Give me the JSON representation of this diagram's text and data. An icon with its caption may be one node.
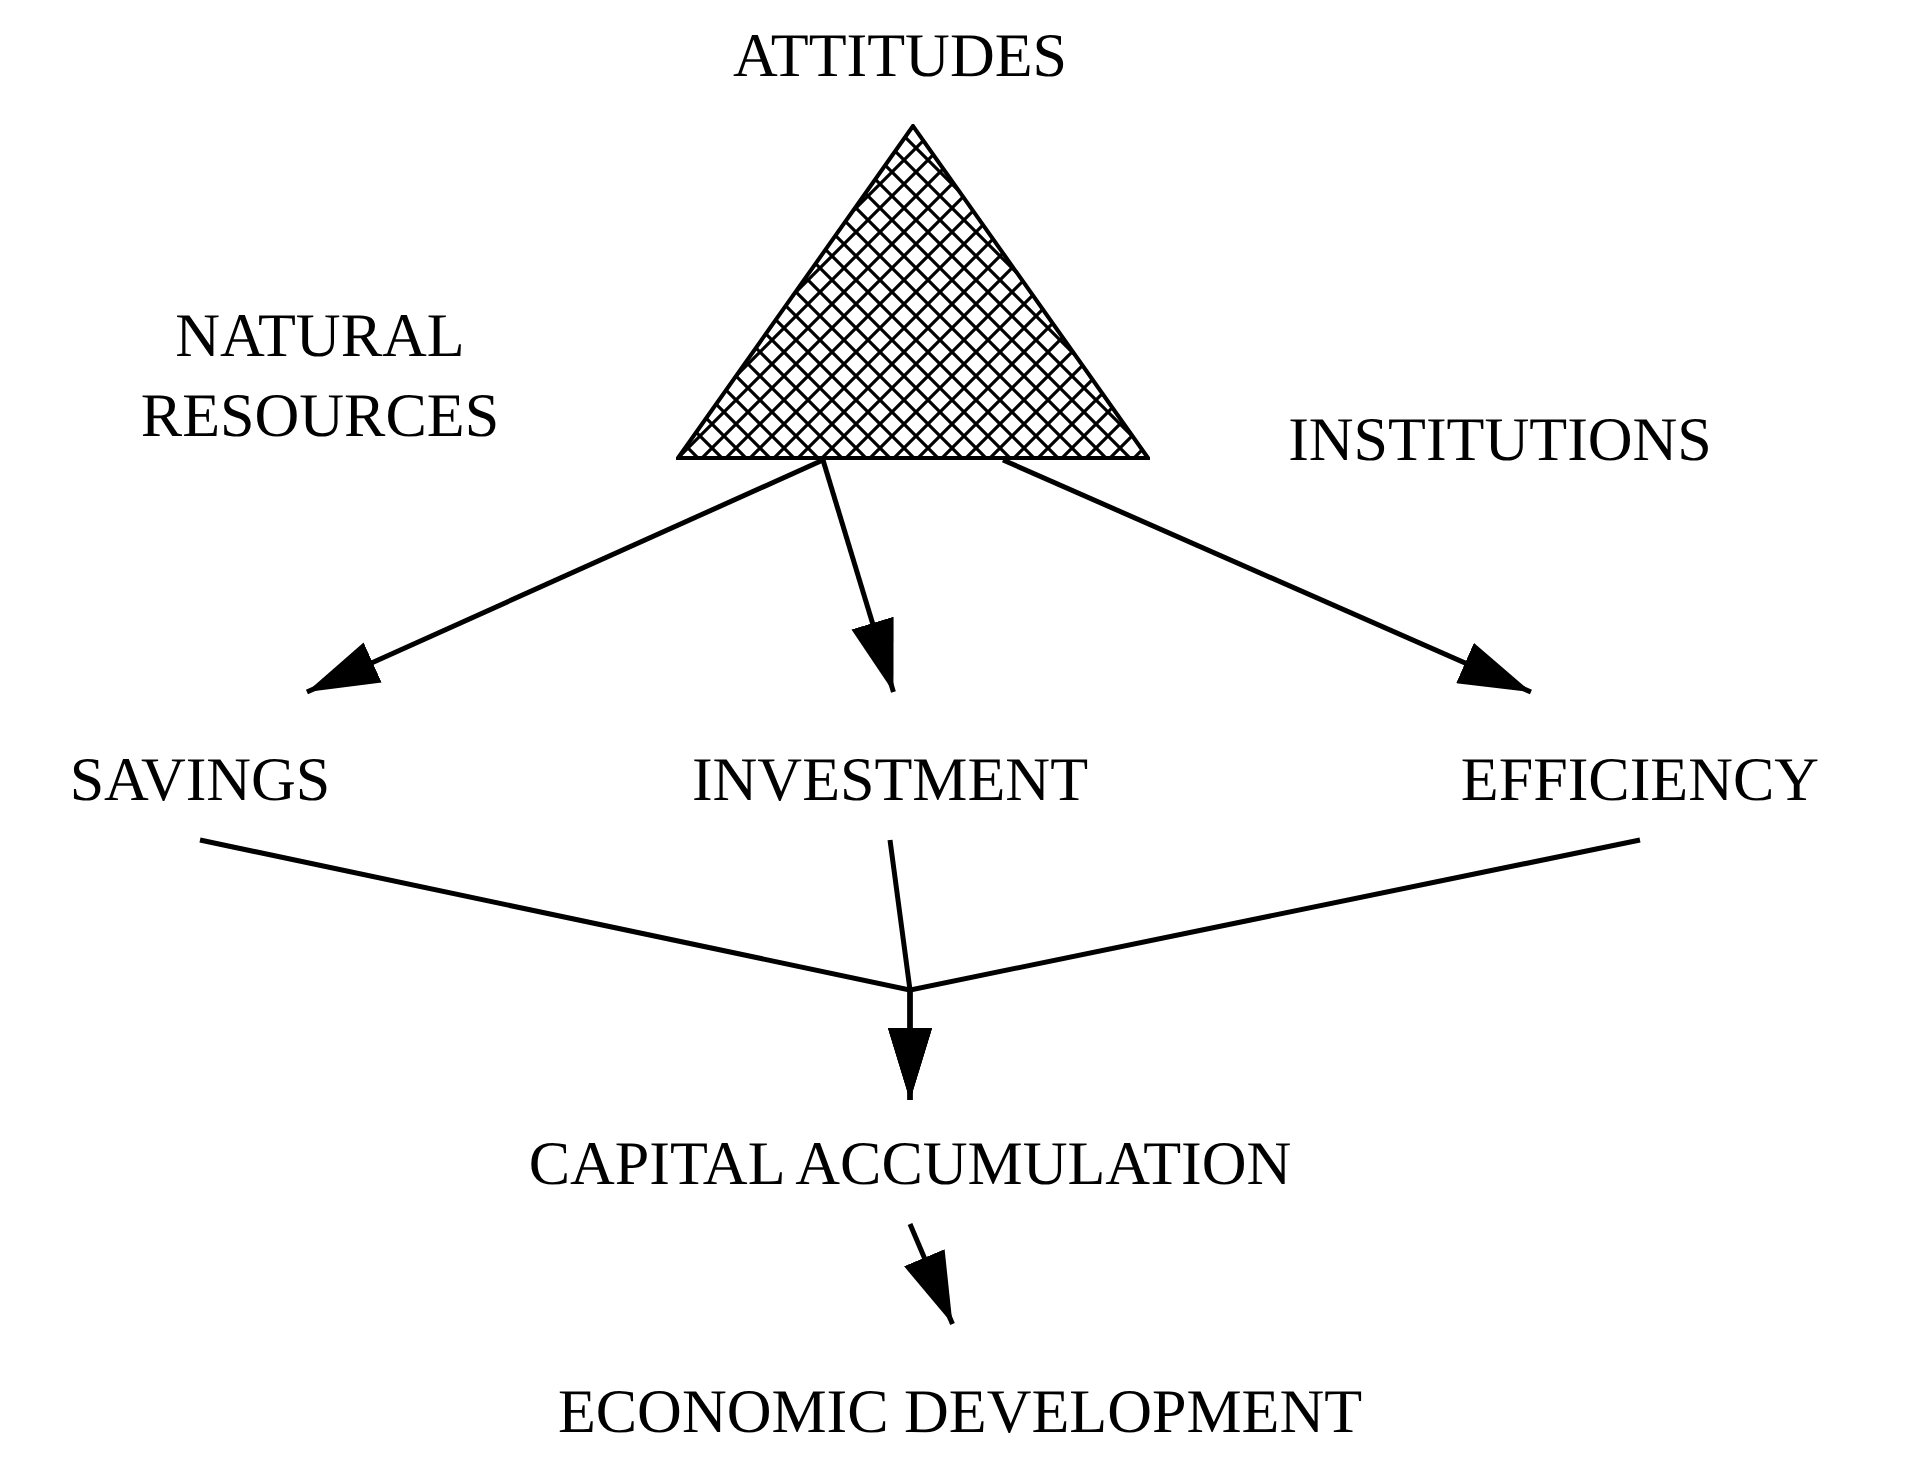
{
  "diagram": {
    "nodes": [
      {
        "text": [],
        "shape": "triangle",
        "beside": [
          "ATTITUDES",
          "NATURAL RESOURCES",
          "INSTITUTIONS"
        ]
      },
      {
        "text": [
          "SAVINGS"
        ]
      },
      {
        "text": [
          "INVESTMENT"
        ]
      },
      {
        "text": [
          "EFFICIENCY"
        ]
      },
      {
        "text": [
          "CAPITAL ACCUMULATION"
        ]
      },
      {
        "text": [
          "ECONOMIC DEVELOPMENT"
        ]
      }
    ],
    "edges": [
      {
        "from": 0,
        "to": 1,
        "arrow": "to"
      },
      {
        "from": 0,
        "to": 2,
        "arrow": "to"
      },
      {
        "from": 0,
        "to": 3,
        "arrow": "to"
      },
      {
        "from": 1,
        "to": 4,
        "arrow": "to"
      },
      {
        "from": 2,
        "to": 4,
        "arrow": "to"
      },
      {
        "from": 3,
        "to": 4,
        "arrow": "to"
      },
      {
        "from": 4,
        "to": 5,
        "arrow": "to"
      }
    ]
  }
}
